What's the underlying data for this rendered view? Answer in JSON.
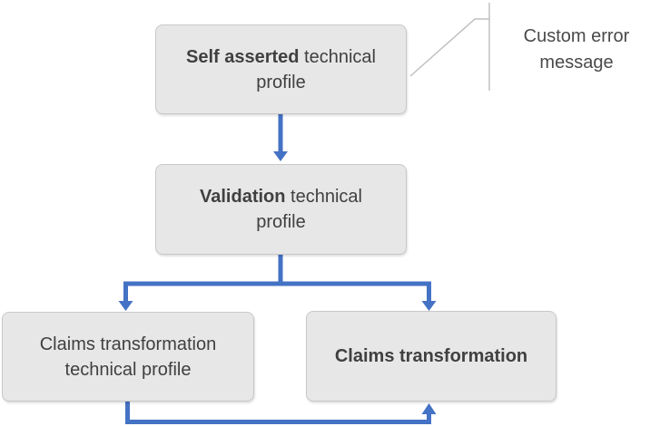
{
  "colors": {
    "arrow": "#4472C4",
    "box_fill": "#E8E7E7",
    "box_border": "#C9C8C8",
    "text": "#404040",
    "callout_line": "#C0C0C0"
  },
  "nodes": {
    "self_asserted": {
      "bold": "Self asserted",
      "rest": " technical profile"
    },
    "validation": {
      "bold": "Validation",
      "rest": " technical profile"
    },
    "claims_transformation_tp": {
      "bold": "",
      "rest": "Claims transformation technical profile"
    },
    "claims_transformation": {
      "bold": "Claims transformation",
      "rest": ""
    }
  },
  "callout": {
    "label": "Custom error message"
  },
  "edges": [
    "self_asserted -> validation",
    "validation -> claims_transformation_tp",
    "validation -> claims_transformation",
    "claims_transformation_tp -> claims_transformation",
    "callout -> self_asserted"
  ]
}
